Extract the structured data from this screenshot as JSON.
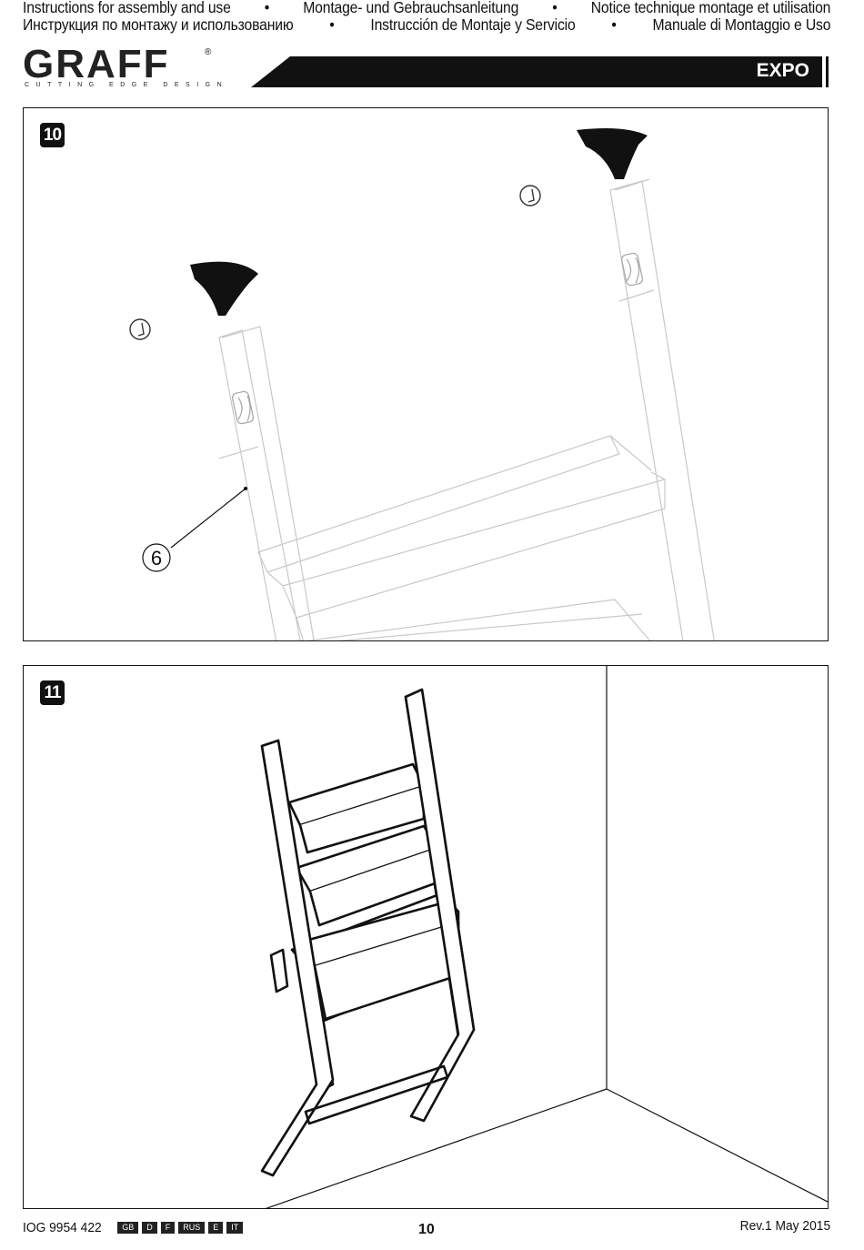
{
  "header": {
    "line1": [
      "Instructions for assembly and use",
      "Montage- und Gebrauchsanleitung",
      "Notice technique montage et utilisation"
    ],
    "line2": [
      "Инструкция по монтажу и использованию",
      "Instrucción de Montaje y Servicio",
      "Manuale di Montaggio e Uso"
    ],
    "separator": "•"
  },
  "brand": {
    "name": "GRAFF",
    "reg": "®",
    "tagline": "CUTTING EDGE DESIGN"
  },
  "product": "EXPO",
  "steps": [
    {
      "number": "10",
      "callout": "6"
    },
    {
      "number": "11"
    }
  ],
  "footer": {
    "code": "IOG 9954 422",
    "languages": [
      "GB",
      "D",
      "F",
      "RUS",
      "E",
      "IT"
    ],
    "page": "10",
    "revision": "Rev.1 May 2015"
  }
}
